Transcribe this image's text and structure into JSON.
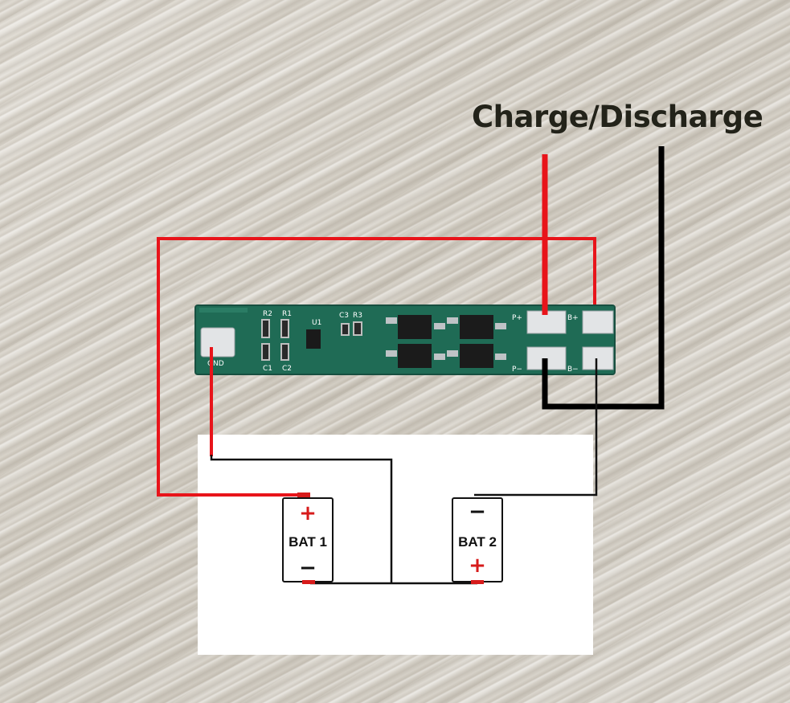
{
  "title": "Charge/Discharge",
  "pcb": {
    "component_labels": [
      "R2",
      "R1",
      "U1",
      "C3",
      "R3",
      "C1",
      "C2"
    ],
    "gnd_label": "GND",
    "pad_labels": {
      "p_plus": "P+",
      "b_plus": "B+",
      "p_minus": "P−",
      "b_minus": "B−"
    }
  },
  "batteries": [
    {
      "label": "BAT 1",
      "top_sign": "+",
      "bottom_sign": "−"
    },
    {
      "label": "BAT 2",
      "top_sign": "−",
      "bottom_sign": "+"
    }
  ],
  "colors": {
    "positive_wire": "#e8141a",
    "negative_wire": "#000000",
    "pcb_green": "#1f6b55",
    "pad_silver": "#e2e4e6"
  }
}
